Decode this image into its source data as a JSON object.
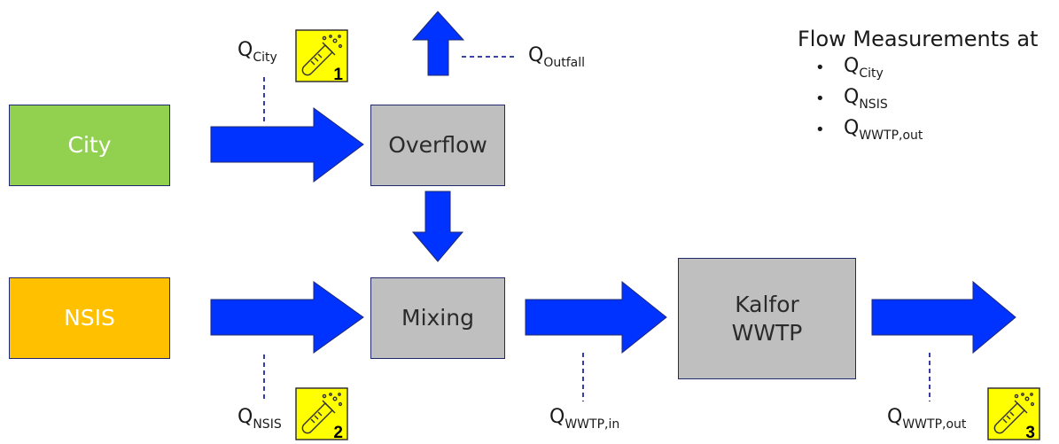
{
  "nodes": {
    "city": {
      "label": "City",
      "color": "#92d050"
    },
    "nsis": {
      "label": "NSIS",
      "color": "#ffc000"
    },
    "overflow": {
      "label": "Overflow",
      "color": "#bfbfbf"
    },
    "mixing": {
      "label": "Mixing",
      "color": "#bfbfbf"
    },
    "wwtp": {
      "label": "Kalfor\nWWTP",
      "color": "#bfbfbf"
    }
  },
  "arrow_color": "#0033ff",
  "flow_labels": {
    "city": {
      "main": "Q",
      "sub": "City"
    },
    "outfall": {
      "main": "Q",
      "sub": "Outfall"
    },
    "nsis": {
      "main": "Q",
      "sub": "NSIS"
    },
    "wwtp_in": {
      "main": "Q",
      "sub": "WWTP,in"
    },
    "wwtp_out": {
      "main": "Q",
      "sub": "WWTP,out"
    }
  },
  "sample_badges": [
    {
      "number": "1",
      "icon": "test-tube-icon",
      "color": "#ffff00"
    },
    {
      "number": "2",
      "icon": "test-tube-icon",
      "color": "#ffff00"
    },
    {
      "number": "3",
      "icon": "test-tube-icon",
      "color": "#ffff00"
    }
  ],
  "legend": {
    "title": "Flow Measurements at",
    "bullet": "•",
    "items": [
      {
        "main": "Q",
        "sub": "City"
      },
      {
        "main": "Q",
        "sub": "NSIS"
      },
      {
        "main": "Q",
        "sub": "WWTP,out"
      }
    ]
  }
}
